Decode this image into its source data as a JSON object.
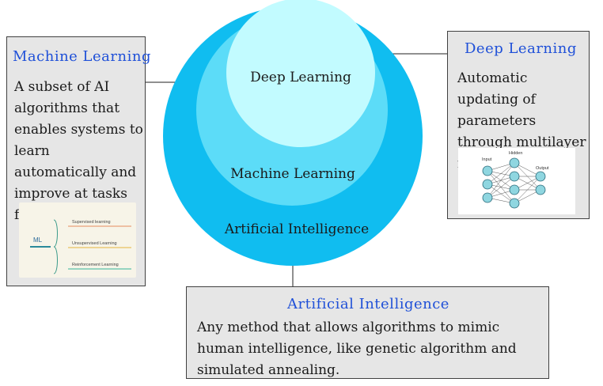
{
  "colors": {
    "outer_circle": "#10bdf0",
    "middle_circle": "#5cdcf8",
    "inner_circle": "#c2fbff",
    "box_background": "#e6e6e6",
    "title_blue": "#1f50d8"
  },
  "circles": {
    "outer_label": "Artificial Intelligence",
    "middle_label": "Machine Learning",
    "inner_label": "Deep Learning"
  },
  "ml_box": {
    "title": "Machine  Learning",
    "text": "A subset of AI algorithms that enables systems to learn automatically and improve at tasks from experience",
    "thumbnail": {
      "root": "ML",
      "branches": [
        "Supervised learning",
        "Unsupervised Learning",
        "Reinforcement Learning"
      ],
      "branch_colors": [
        "#e8a07a",
        "#e8c060",
        "#5cc0a8"
      ]
    }
  },
  "dl_box": {
    "title": "Deep  Learning",
    "text": "Automatic updating of parameters through multilayer neural networks",
    "thumbnail": {
      "input_label": "Input",
      "hidden_label": "Hidden",
      "output_label": "Output"
    }
  },
  "ai_box": {
    "title": "Artificial  Intelligence",
    "text": "Any method that allows algorithms to mimic human intelligence, like genetic algorithm and simulated annealing."
  }
}
